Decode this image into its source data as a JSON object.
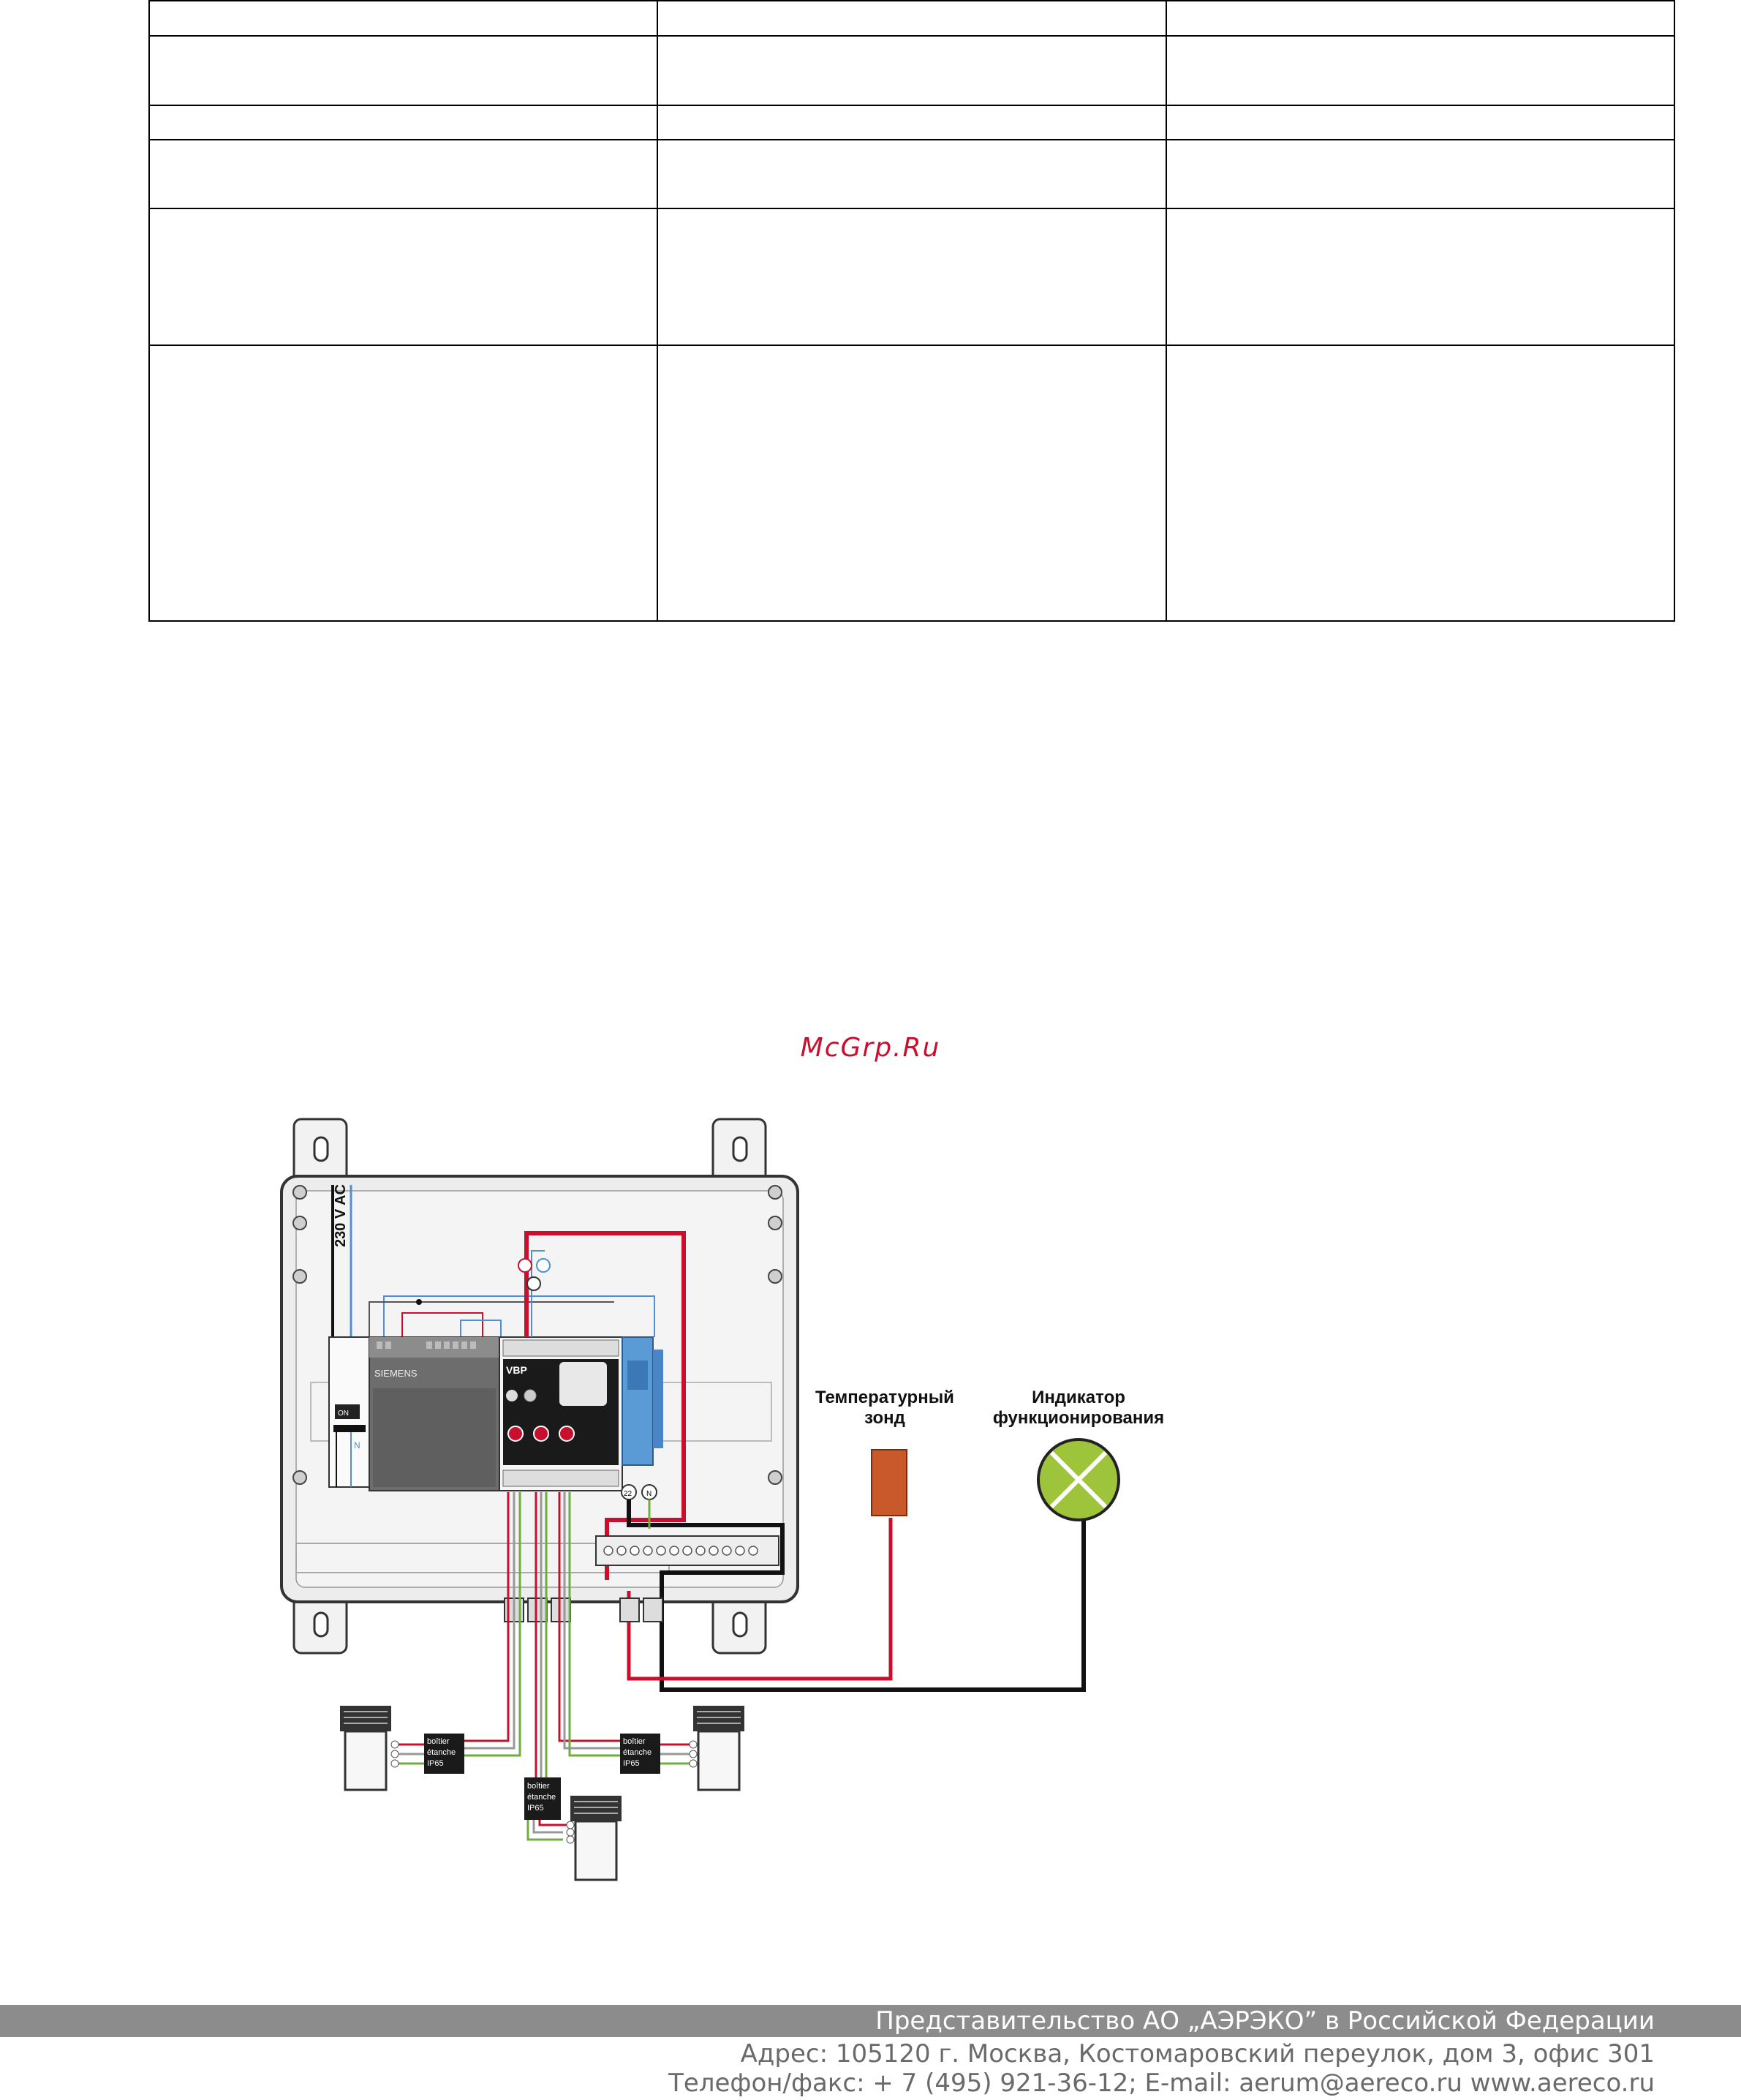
{
  "watermark": "McGrp.Ru",
  "diagram": {
    "supply_label": "230 V AC",
    "brand_label": "SIEMENS",
    "module_label": "VBP",
    "temp_probe_label_line1": "Температурный",
    "temp_probe_label_line2": "зонд",
    "indicator_label_line1": "Индикатор",
    "indicator_label_line2": "функционирования",
    "junction_box_label_line1": "boîtier",
    "junction_box_label_line2": "étanche",
    "junction_box_label_line3": "IP65",
    "terminal_22": "22",
    "terminal_n": "N",
    "colors": {
      "red_wire": "#c8102e",
      "blue_wire": "#4f8fd6",
      "green_wire": "#6fae3c",
      "black_wire": "#111111",
      "indicator_lamp": "#9dc43a",
      "probe": "#c9582a"
    }
  },
  "footer": {
    "band_text": "Представительство АО „АЭРЭКО” в Российской Федерации",
    "address": "Адрес: 105120 г. Москва, Костомаровский переулок, дом 3, офис 301",
    "contacts": "Телефон/факс: + 7 (495) 921-36-12; E-mail: aerum@aereco.ru www.aereco.ru"
  }
}
